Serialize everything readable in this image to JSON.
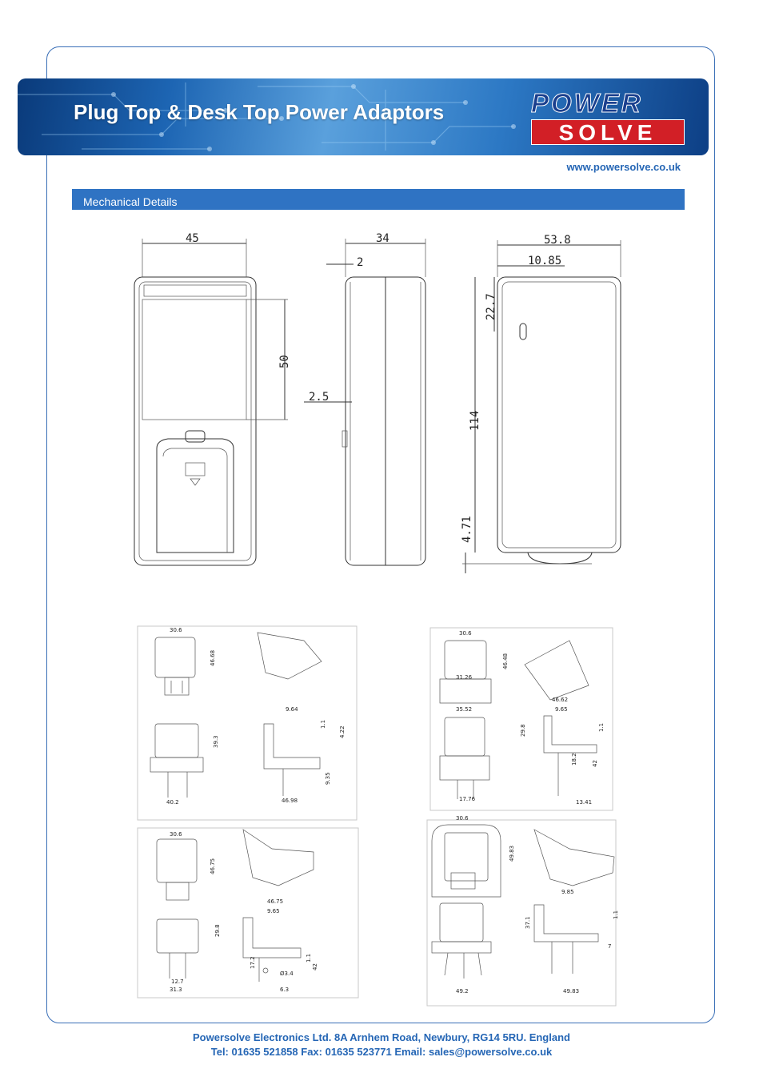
{
  "header": {
    "title": "Plug Top & Desk Top Power Adaptors",
    "logo_top": "POWER",
    "logo_bottom": "SOLVE",
    "url": "www.powersolve.co.uk"
  },
  "section": {
    "title": "Mechanical Details"
  },
  "main_drawing": {
    "front_width": "45",
    "front_height": "50",
    "side_width": "34",
    "side_offset_top": "2",
    "side_step": "2.5",
    "right_width": "53.8",
    "right_offset": "10.85",
    "right_top": "22.7",
    "total_height": "114",
    "bottom": "4.71"
  },
  "plug_euro": {
    "width_top": "30.6",
    "height_top": "46.68",
    "side_offset": "9.64",
    "tab": "1.1",
    "side_h": "4.22",
    "height_body": "39.3",
    "width_body": "40.2",
    "side_len": "46.98",
    "pin_len": "9.35"
  },
  "plug_uk": {
    "width_top": "30.6",
    "inner_width": "31.26",
    "height_top": "46.48",
    "outer_width": "35.52",
    "side_len": "46.62",
    "side_offset": "9.65",
    "height_body": "29.8",
    "tab": "1.1",
    "pin_h": "18.2",
    "pin_total": "42",
    "pin_width": "17.76",
    "side_w": "13.41"
  },
  "plug_us": {
    "width_top": "30.6",
    "height_top": "46.75",
    "side_len": "46.75",
    "side_offset": "9.65",
    "height_body": "29.8",
    "pin_w": "12.7",
    "body_w": "31.3",
    "pin_h": "17.2",
    "hole": "Ø3.4",
    "tab": "1.1",
    "pin_total": "42",
    "pin_side": "6.3"
  },
  "plug_au": {
    "width_top": "30.6",
    "height_top": "49.83",
    "side_offset": "9.85",
    "height_body": "37.1",
    "tab": "1.1",
    "pin": "7",
    "width_body": "49.2",
    "side_len": "49.83"
  },
  "footer": {
    "line1": "Powersolve Electronics Ltd.  8A Arnhem Road,  Newbury, RG14 5RU.  England",
    "line2": "Tel: 01635 521858  Fax: 01635 523771  Email: sales@powersolve.co.uk"
  }
}
